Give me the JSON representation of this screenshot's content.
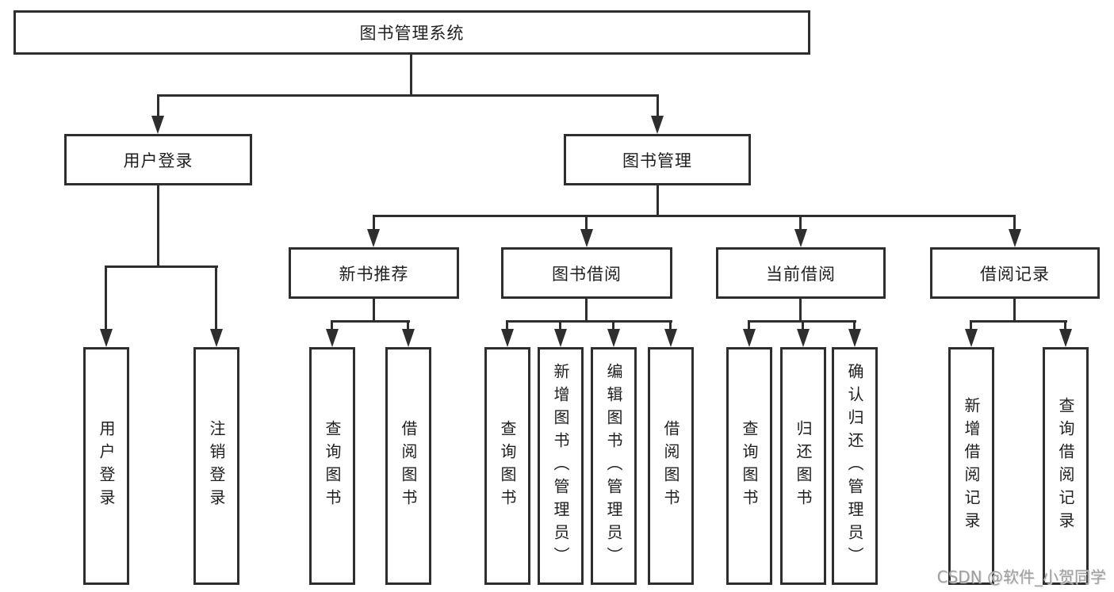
{
  "root": {
    "label": "图书管理系统"
  },
  "level2": {
    "user_login": {
      "label": "用户登录"
    },
    "book_management": {
      "label": "图书管理"
    }
  },
  "level3": {
    "new_book_recommend": {
      "label": "新书推荐"
    },
    "book_borrow": {
      "label": "图书借阅"
    },
    "current_borrow": {
      "label": "当前借阅"
    },
    "borrow_records": {
      "label": "借阅记录"
    }
  },
  "leaves": {
    "user_login": [
      "用户登录",
      "注销登录"
    ],
    "new_book_recommend": [
      "查询图书",
      "借阅图书"
    ],
    "book_borrow": [
      "查询图书",
      "新增图书（管理员）",
      "编辑图书（管理员）",
      "借阅图书"
    ],
    "current_borrow": [
      "查询图书",
      "归还图书",
      "确认归还（管理员）"
    ],
    "borrow_records": [
      "新增借阅记录",
      "查询借阅记录"
    ]
  },
  "watermark": "CSDN @软件_小贺同学",
  "colors": {
    "line": "#2e2e2e",
    "border": "#2e2e2e",
    "text": "#1f1f1f",
    "watermark": "#9e9e9e",
    "background": "#ffffff"
  }
}
